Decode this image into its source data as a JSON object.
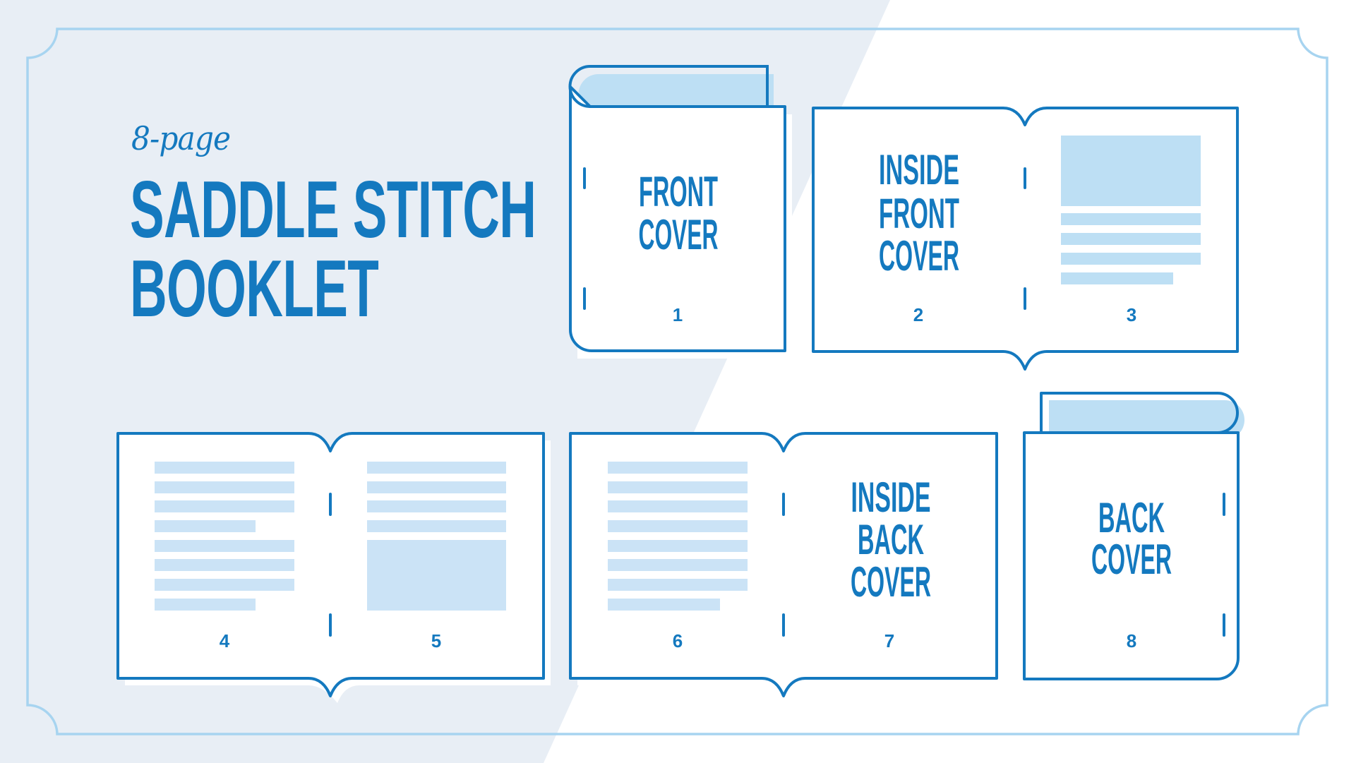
{
  "title": {
    "subtitle": "8-page",
    "line1": "SADDLE STITCH",
    "line2": "BOOKLET"
  },
  "colors": {
    "background_left": "#e8eef5",
    "background_right": "#ffffff",
    "frame": "#a7d4f0",
    "stroke": "#1479bf",
    "fill_light": "#bddff4",
    "text_line": "#cbe3f6"
  },
  "pages": {
    "p1": {
      "number": "1",
      "label_lines": [
        "FRONT",
        "COVER"
      ]
    },
    "p2": {
      "number": "2",
      "label_lines": [
        "INSIDE",
        "FRONT",
        "COVER"
      ]
    },
    "p3": {
      "number": "3",
      "content": "image block + 4 text lines"
    },
    "p4": {
      "number": "4",
      "content": "8 text lines"
    },
    "p5": {
      "number": "5",
      "content": "4 text lines + image block"
    },
    "p6": {
      "number": "6",
      "content": "8 text lines"
    },
    "p7": {
      "number": "7",
      "label_lines": [
        "INSIDE",
        "BACK",
        "COVER"
      ]
    },
    "p8": {
      "number": "8",
      "label_lines": [
        "BACK",
        "COVER"
      ]
    }
  }
}
